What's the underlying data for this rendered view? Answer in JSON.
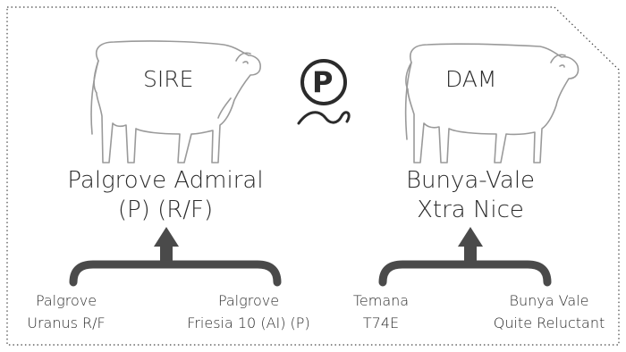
{
  "colors": {
    "ink": "#2b2b2b",
    "brace": "#4a4a4a",
    "outline": "#9a9a9a",
    "border": "#444444",
    "background": "#ffffff"
  },
  "sire": {
    "tag": "SIRE",
    "name_line1": "Palgrove Admiral",
    "name_line2": "(P) (R/F)",
    "grandsire": {
      "line1": "Palgrove",
      "line2": "Uranus R/F"
    },
    "granddam": {
      "line1": "Palgrove",
      "line2": "Friesia 10 (AI) (P)"
    }
  },
  "dam": {
    "tag": "DAM",
    "name_line1": "Bunya-Vale",
    "name_line2": "Xtra Nice",
    "grandsire": {
      "line1": "Temana",
      "line2": "T74E"
    },
    "granddam": {
      "line1": "Bunya Vale",
      "line2": "Quite Reluctant"
    }
  },
  "logo": {
    "letter": "P",
    "icon": "polled-p-logo-icon"
  },
  "icons": {
    "sire_animal": "bull-outline-icon",
    "dam_animal": "cow-outline-icon",
    "sire_arrow": "merge-arrow-icon",
    "dam_arrow": "merge-arrow-icon"
  }
}
